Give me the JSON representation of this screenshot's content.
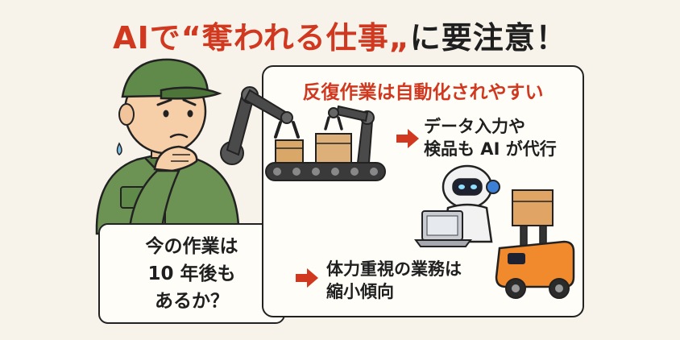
{
  "title": {
    "part1": "AIで",
    "part2": "“奪われる仕事„",
    "part3": "に要注意！"
  },
  "panel": {
    "heading": "反復作業は自動化されやすい",
    "note1": [
      "データ入力や",
      "検品も AI が代行"
    ],
    "note2": [
      "体力重視の業務は",
      "縮小傾向"
    ]
  },
  "question": {
    "lines": [
      "今の作業は",
      "10 年後も",
      "あるか？"
    ]
  },
  "colors": {
    "accent": "#d0381f",
    "ink": "#1f1f1f",
    "background": "#f7f3ea",
    "uniform": "#5f8a4a"
  },
  "icons": [
    "worried-worker",
    "robot-arm",
    "conveyor-belt",
    "cardboard-box",
    "robot-with-laptop",
    "delivery-robot",
    "arrow-right-icon"
  ]
}
